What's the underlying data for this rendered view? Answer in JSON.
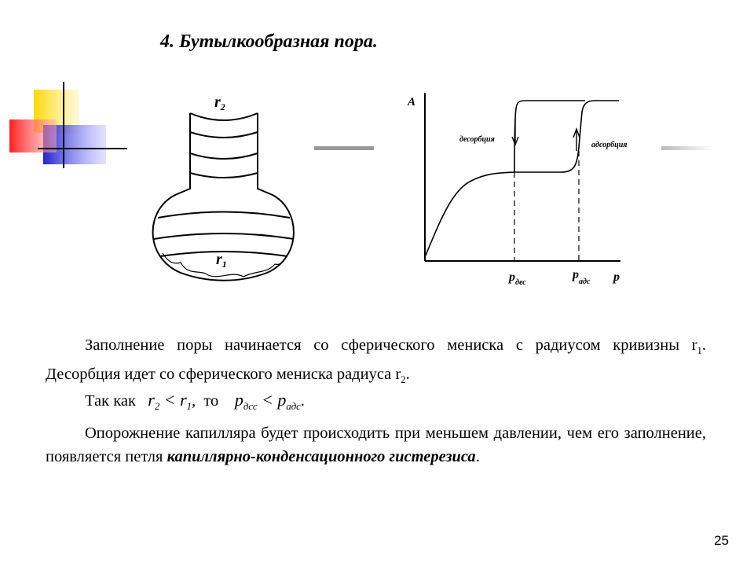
{
  "title": "4. Бутылкообразная пора.",
  "colors": {
    "yellow": "#ffd700",
    "red": "#ff2020",
    "blue": "#2020d0",
    "line": "#000000",
    "gray_bar": "#9a9a9a"
  },
  "pore_labels": {
    "top_radius": "r",
    "top_radius_sub": "2",
    "bottom_radius": "r",
    "bottom_radius_sub": "1"
  },
  "graph": {
    "y_axis_label": "A",
    "x_axis_label": "p",
    "desorption_label": "десорбция",
    "adsorption_label": "адсорбция",
    "p_des_label": "p",
    "p_des_sub": "дес",
    "p_ads_label": "p",
    "p_ads_sub": "адс"
  },
  "text": {
    "p1_a": "Заполнение поры начинается со сферического мениска с радиусом кривизны r",
    "p1_sub1": "1",
    "p1_b": ". Десорбция идет со сферического мениска радиуса r",
    "p1_sub2": "2",
    "p1_c": ".",
    "p2_lead": "Так как",
    "p2_r2": "r",
    "p2_r2_sub": "2",
    "p2_lt": " < ",
    "p2_r1": "r",
    "p2_r1_sub": "1",
    "p2_comma": ",",
    "p2_to": "то",
    "p2_p1": "p",
    "p2_p1_sub": "дсс",
    "p2_lt2": " < ",
    "p2_p2": "p",
    "p2_p2_sub": "адс",
    "p2_end": ".",
    "p3_a": "Опорожнение капилляра будет происходить при меньшем давлении, чем его заполнение, появляется петля ",
    "p3_bold": "капиллярно-конденсационного гистерезиса",
    "p3_end": "."
  },
  "page_number": "25"
}
